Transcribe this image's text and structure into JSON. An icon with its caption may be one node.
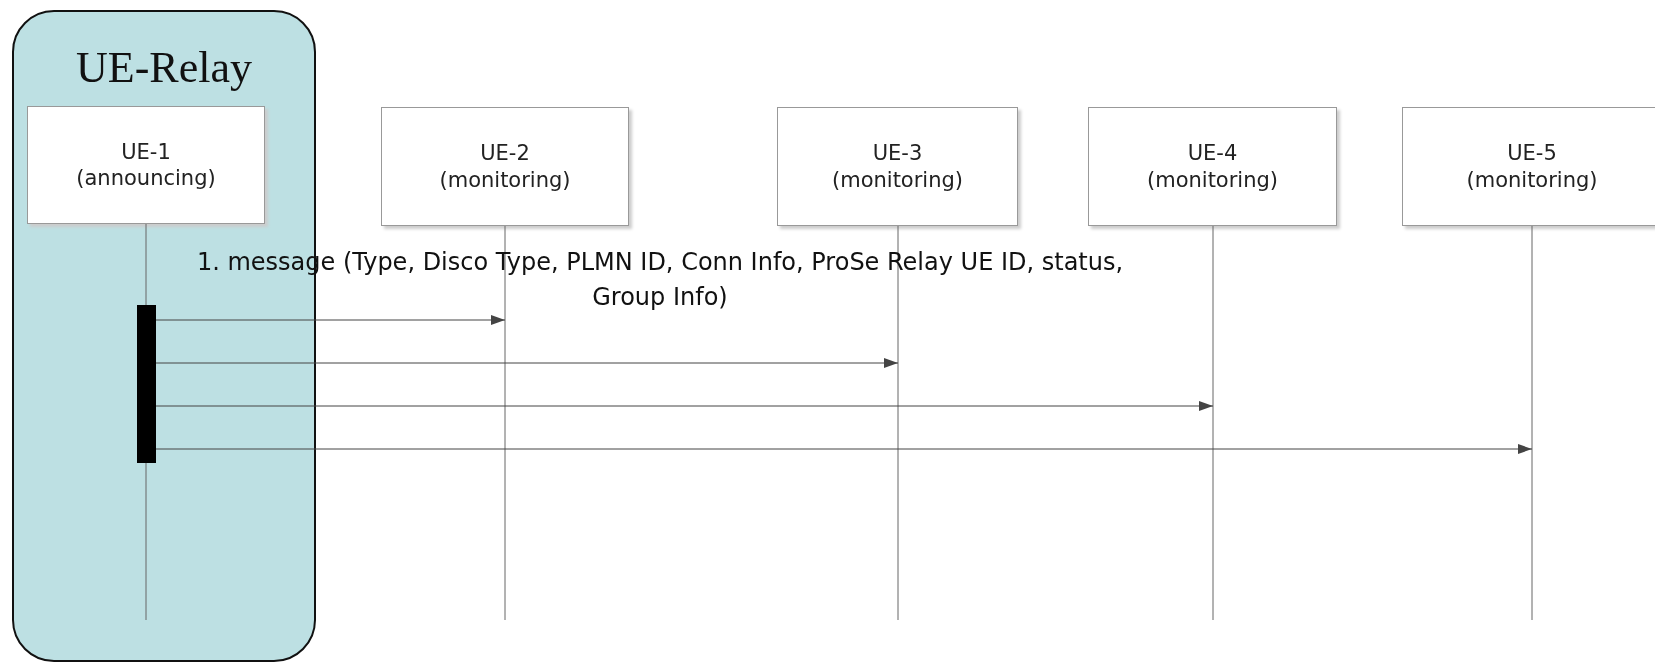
{
  "diagram": {
    "nodes": [
      {
        "text": [
          "UE-Relay"
        ]
      },
      {
        "text": [
          "UE-1 (announcing)"
        ],
        "in": 0
      },
      {
        "text": [],
        "shape": "bar",
        "in": 1
      },
      {
        "text": [
          "UE-2 (monitoring)"
        ]
      },
      {
        "text": [
          "UE-3 (monitoring)"
        ]
      },
      {
        "text": [
          "UE-4 (monitoring)"
        ]
      },
      {
        "text": [
          "UE-5 (monitoring)"
        ]
      }
    ],
    "edges": [
      {
        "from": 2,
        "to": 3,
        "arrow": "to",
        "label": "1. message (Type, Disco Type, PLMN ID, Conn Info, ProSe Relay UE ID, status, Group Info)"
      },
      {
        "from": 2,
        "to": 4,
        "arrow": "to"
      },
      {
        "from": 2,
        "to": 5,
        "arrow": "to"
      },
      {
        "from": 2,
        "to": 6,
        "arrow": "to"
      }
    ]
  }
}
